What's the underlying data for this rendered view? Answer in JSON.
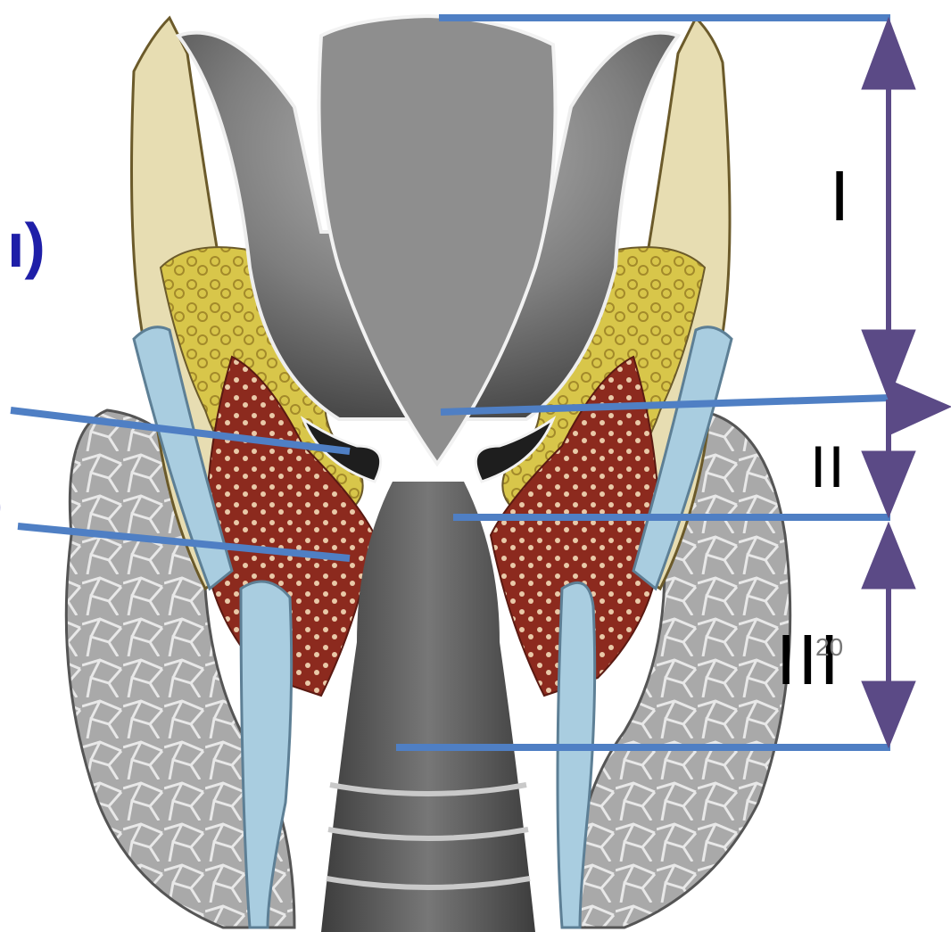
{
  "labels": {
    "partial_left_top": "ı)",
    "partial_left_mid": ")",
    "region_1": "I",
    "region_2": "II",
    "region_3": "III"
  },
  "page_number": "20",
  "colors": {
    "guide_line": "#4f7fc4",
    "arrow": "#5b4a86",
    "left_label": "#1f1fa8"
  }
}
